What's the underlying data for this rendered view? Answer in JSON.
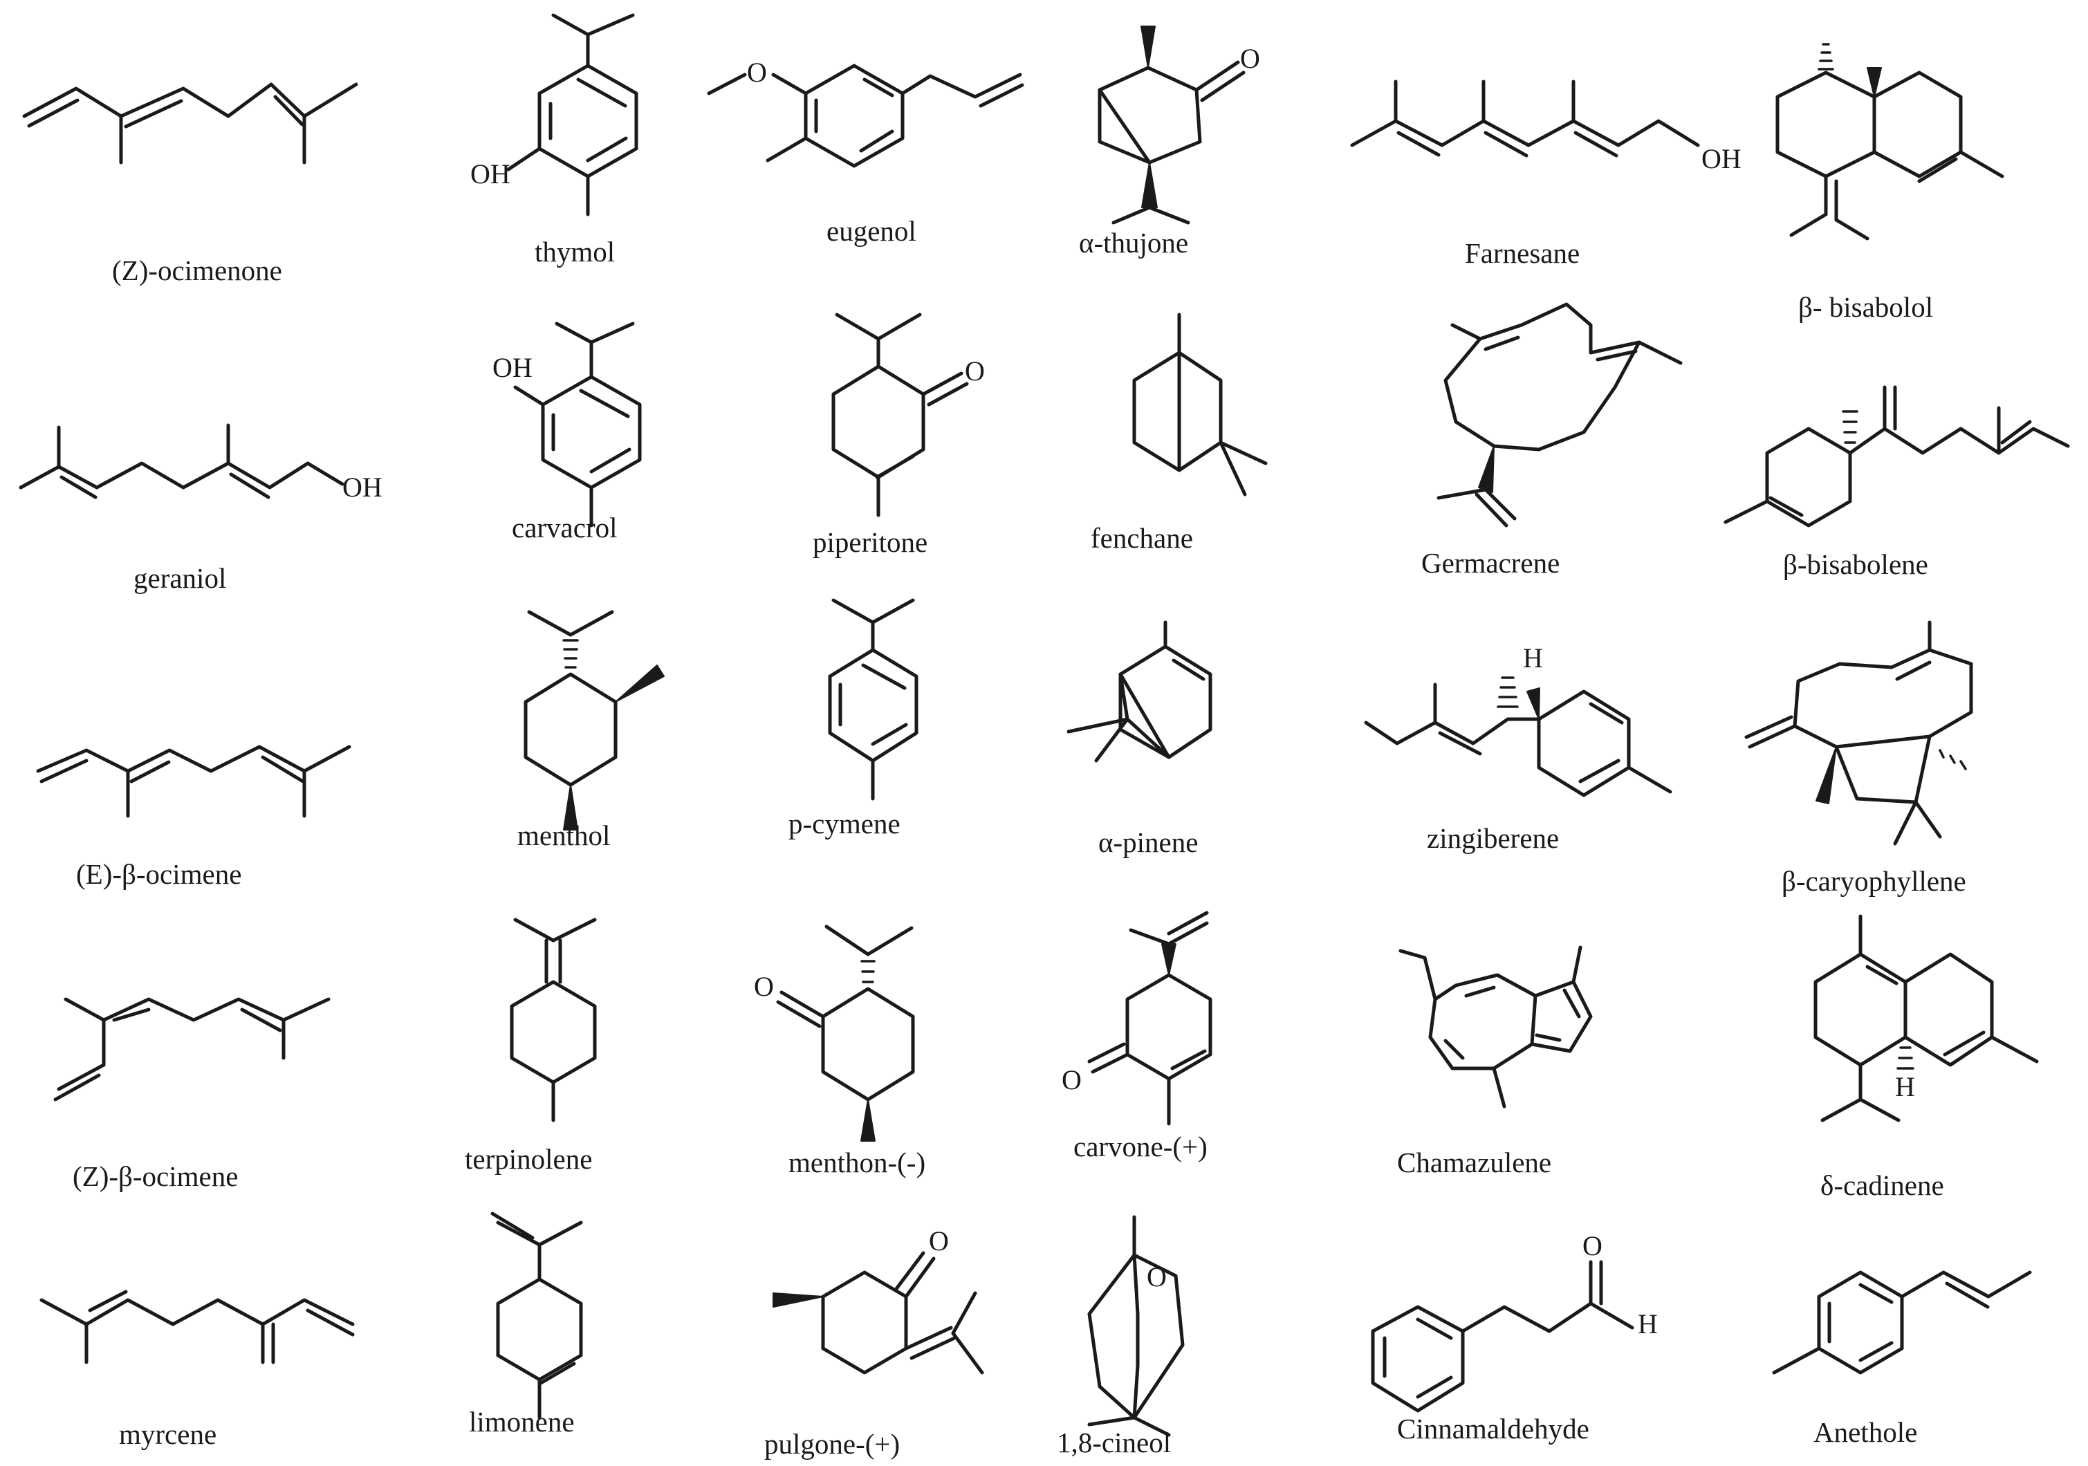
{
  "compounds": [
    {
      "id": "z-ocimenone",
      "name": "(Z)-ocimenone"
    },
    {
      "id": "thymol",
      "name": "thymol"
    },
    {
      "id": "eugenol",
      "name": "eugenol"
    },
    {
      "id": "a-thujone",
      "name": "α-thujone"
    },
    {
      "id": "farnesane",
      "name": "Farnesane"
    },
    {
      "id": "b-bisabolol",
      "name": "β- bisabolol"
    },
    {
      "id": "geraniol",
      "name": "geraniol"
    },
    {
      "id": "carvacrol",
      "name": "carvacrol"
    },
    {
      "id": "piperitone",
      "name": "piperitone"
    },
    {
      "id": "fenchane",
      "name": "fenchane"
    },
    {
      "id": "germacrene",
      "name": "Germacrene"
    },
    {
      "id": "b-bisabolene",
      "name": "β-bisabolene"
    },
    {
      "id": "e-b-ocimene",
      "name": "(E)-β-ocimene"
    },
    {
      "id": "menthol",
      "name": "menthol"
    },
    {
      "id": "p-cymene",
      "name": "p-cymene"
    },
    {
      "id": "a-pinene",
      "name": "α-pinene"
    },
    {
      "id": "zingiberene",
      "name": "zingiberene"
    },
    {
      "id": "b-caryophyllene",
      "name": "β-caryophyllene"
    },
    {
      "id": "z-b-ocimene",
      "name": "(Z)-β-ocimene"
    },
    {
      "id": "terpinolene",
      "name": "terpinolene"
    },
    {
      "id": "menthon",
      "name": "menthon-(-)"
    },
    {
      "id": "carvone",
      "name": "carvone-(+)"
    },
    {
      "id": "chamazulene",
      "name": "Chamazulene"
    },
    {
      "id": "d-cadinene",
      "name": "δ-cadinene"
    },
    {
      "id": "myrcene",
      "name": "myrcene"
    },
    {
      "id": "limonene",
      "name": "limonene"
    },
    {
      "id": "pulgone",
      "name": "pulgone-(+)"
    },
    {
      "id": "cineol",
      "name": "1,8-cineol"
    },
    {
      "id": "cinnamaldehyde",
      "name": "Cinnamaldehyde"
    },
    {
      "id": "anethole",
      "name": "Anethole"
    }
  ],
  "atoms": {
    "oxygen": "O",
    "hydroxyl": "OH",
    "hydrogen": "H"
  },
  "colors": {
    "ink": "#1a1a1a",
    "background": "#ffffff"
  }
}
